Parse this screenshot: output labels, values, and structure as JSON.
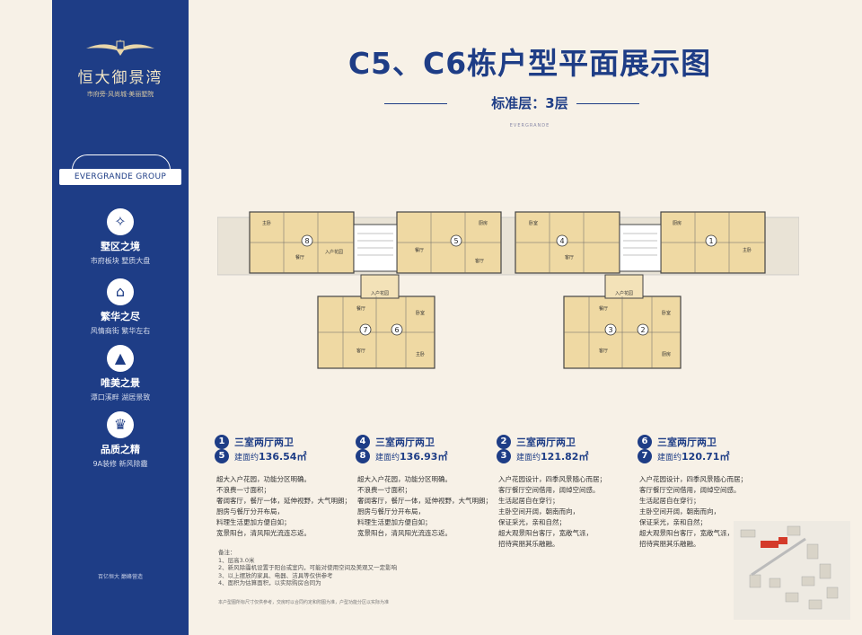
{
  "brand": {
    "name": "恒大御景湾",
    "tagline": "市府旁·风尚城·美丽墅院",
    "group": "EVERGRANDE GROUP",
    "footer": "百亿恒大 巅峰营造"
  },
  "features": [
    {
      "icon": "compass-icon",
      "glyph": "✧",
      "title": "墅区之境",
      "desc": "市府板块  墅质大盘"
    },
    {
      "icon": "dome-icon",
      "glyph": "⌂",
      "title": "繁华之尽",
      "desc": "风情商街  繁华左右"
    },
    {
      "icon": "mountain-icon",
      "glyph": "▲",
      "title": "唯美之景",
      "desc": "潭口溪畔  湖居景致"
    },
    {
      "icon": "crown-icon",
      "glyph": "♛",
      "title": "品质之精",
      "desc": "9A装修  新风除霾"
    }
  ],
  "header": {
    "title": "C5、C6栋户型平面展示图",
    "floor": "标准层：3层",
    "brand_small": "EVERGRANDE"
  },
  "plan": {
    "unit_labels": [
      "8",
      "5",
      "4",
      "1",
      "7",
      "6",
      "3",
      "2"
    ],
    "room_labels": [
      "入户花园",
      "餐厅",
      "客厅",
      "主卧",
      "卧室",
      "厨房"
    ]
  },
  "units": [
    {
      "nums": [
        "1",
        "5"
      ],
      "title": "三室两厅两卫",
      "area_label": "建面约",
      "area": "136.54㎡",
      "desc": [
        "超大入户花园，功能分区明确。",
        "不浪费一寸面积；",
        "奢阔客厅，餐厅一体，延伸视野，大气明朗；",
        "厨房与餐厅分开布局，",
        "料理生活更加方便自如；",
        "宽景阳台，清风阳光流连忘返。"
      ]
    },
    {
      "nums": [
        "4",
        "8"
      ],
      "title": "三室两厅两卫",
      "area_label": "建面约",
      "area": "136.93㎡",
      "desc": [
        "超大入户花园，功能分区明确。",
        "不浪费一寸面积；",
        "奢阔客厅，餐厅一体，延伸视野，大气明朗；",
        "厨房与餐厅分开布局，",
        "料理生活更加方便自如；",
        "宽景阳台，清风阳光流连忘返。"
      ]
    },
    {
      "nums": [
        "2",
        "3"
      ],
      "title": "三室两厅两卫",
      "area_label": "建面约",
      "area": "121.82㎡",
      "desc": [
        "入户花园设计，四季风景随心而居；",
        "客厅餐厅空间借用，阔绰空间感。",
        "生活起居自在穿行；",
        "主卧空间开阔，朝南而向，",
        "保证采光，亲和自然；",
        "超大观景阳台客厅，宽敞气派，",
        "招待宾朋其乐融融。"
      ]
    },
    {
      "nums": [
        "6",
        "7"
      ],
      "title": "三室两厅两卫",
      "area_label": "建面约",
      "area": "120.71㎡",
      "desc": [
        "入户花园设计，四季风景随心而居；",
        "客厅餐厅空间借用，阔绰空间感。",
        "生活起居自在穿行；",
        "主卧空间开阔，朝南而向，",
        "保证采光，亲和自然；",
        "超大观景阳台客厅，宽敞气派，",
        "招待宾朋其乐融融。"
      ]
    }
  ],
  "notes": {
    "heading": "备注：",
    "items": [
      "1、层高3.0米",
      "2、新风除霾机设置于阳台或室内，可能对使用空间及美观又一定影响",
      "3、以上摆放的家具、电器、洁具等仅供参考",
      "4、面积为估算面积，以实际购房合同为"
    ],
    "fine_print": "本户型图所标尺寸仅供参考，交房时以合同约定和附图为准，户型功能分区以实际为准"
  },
  "colors": {
    "primary": "#1e3d86",
    "background": "#f7f1e7",
    "gold": "#f0e0b8"
  }
}
